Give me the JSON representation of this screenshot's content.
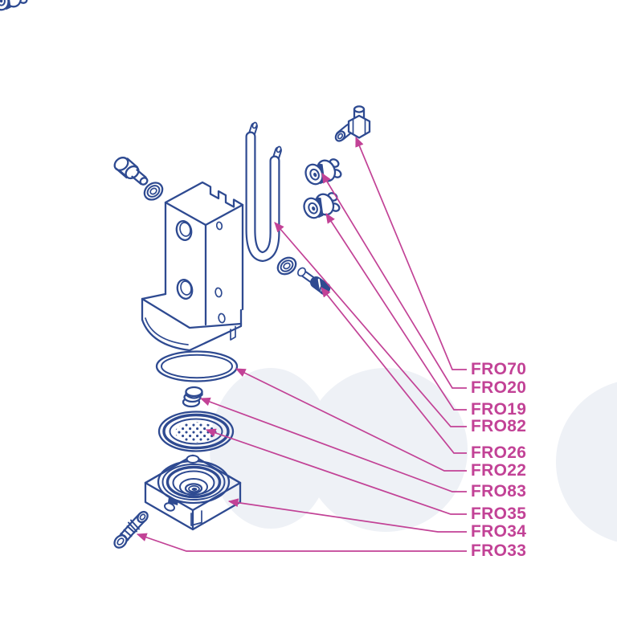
{
  "diagram": {
    "kind": "exploded-parts-diagram",
    "colors": {
      "artwork": "#2e4a91",
      "labels": "#c24296",
      "leader_lines": "#c24296",
      "watermark": "#eef1f6",
      "background": "#ffffff"
    },
    "parts": [
      {
        "code": "FRO70",
        "target": "elbow-union-fitting"
      },
      {
        "code": "FRO20",
        "target": "thermostat-upper"
      },
      {
        "code": "FRO19",
        "target": "thermostat-lower"
      },
      {
        "code": "FRO82",
        "target": "heating-element-u-tube"
      },
      {
        "code": "FRO26",
        "target": "mounting-bolt"
      },
      {
        "code": "FRO22",
        "target": "o-ring-seal"
      },
      {
        "code": "FRO83",
        "target": "plug"
      },
      {
        "code": "FRO35",
        "target": "shower-screen"
      },
      {
        "code": "FRO34",
        "target": "group-head-body"
      },
      {
        "code": "FRO33",
        "target": "angled-pipe-fitting"
      }
    ]
  }
}
